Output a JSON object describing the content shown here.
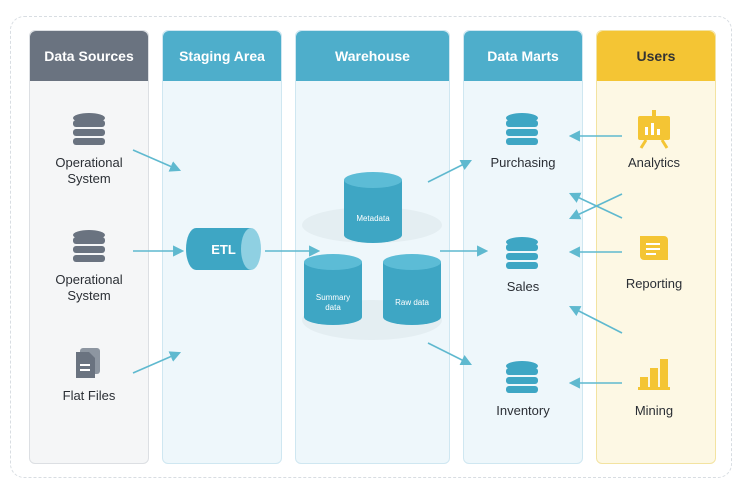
{
  "columns": {
    "sources": "Data Sources",
    "staging": "Staging Area",
    "warehouse": "Warehouse",
    "marts": "Data Marts",
    "users": "Users"
  },
  "sources": {
    "op1_line1": "Operational",
    "op1_line2": "System",
    "op2_line1": "Operational",
    "op2_line2": "System",
    "flat": "Flat Files"
  },
  "staging": {
    "etl": "ETL"
  },
  "warehouse": {
    "metadata": "Metadata",
    "summary_line1": "Summary",
    "summary_line2": "data",
    "raw": "Raw data"
  },
  "marts": {
    "purchasing": "Purchasing",
    "sales": "Sales",
    "inventory": "Inventory"
  },
  "users": {
    "analytics": "Analytics",
    "reporting": "Reporting",
    "mining": "Mining"
  },
  "colors": {
    "grey_header": "#6a7380",
    "blue_header": "#4eaecb",
    "yellow_header": "#f4c534"
  }
}
